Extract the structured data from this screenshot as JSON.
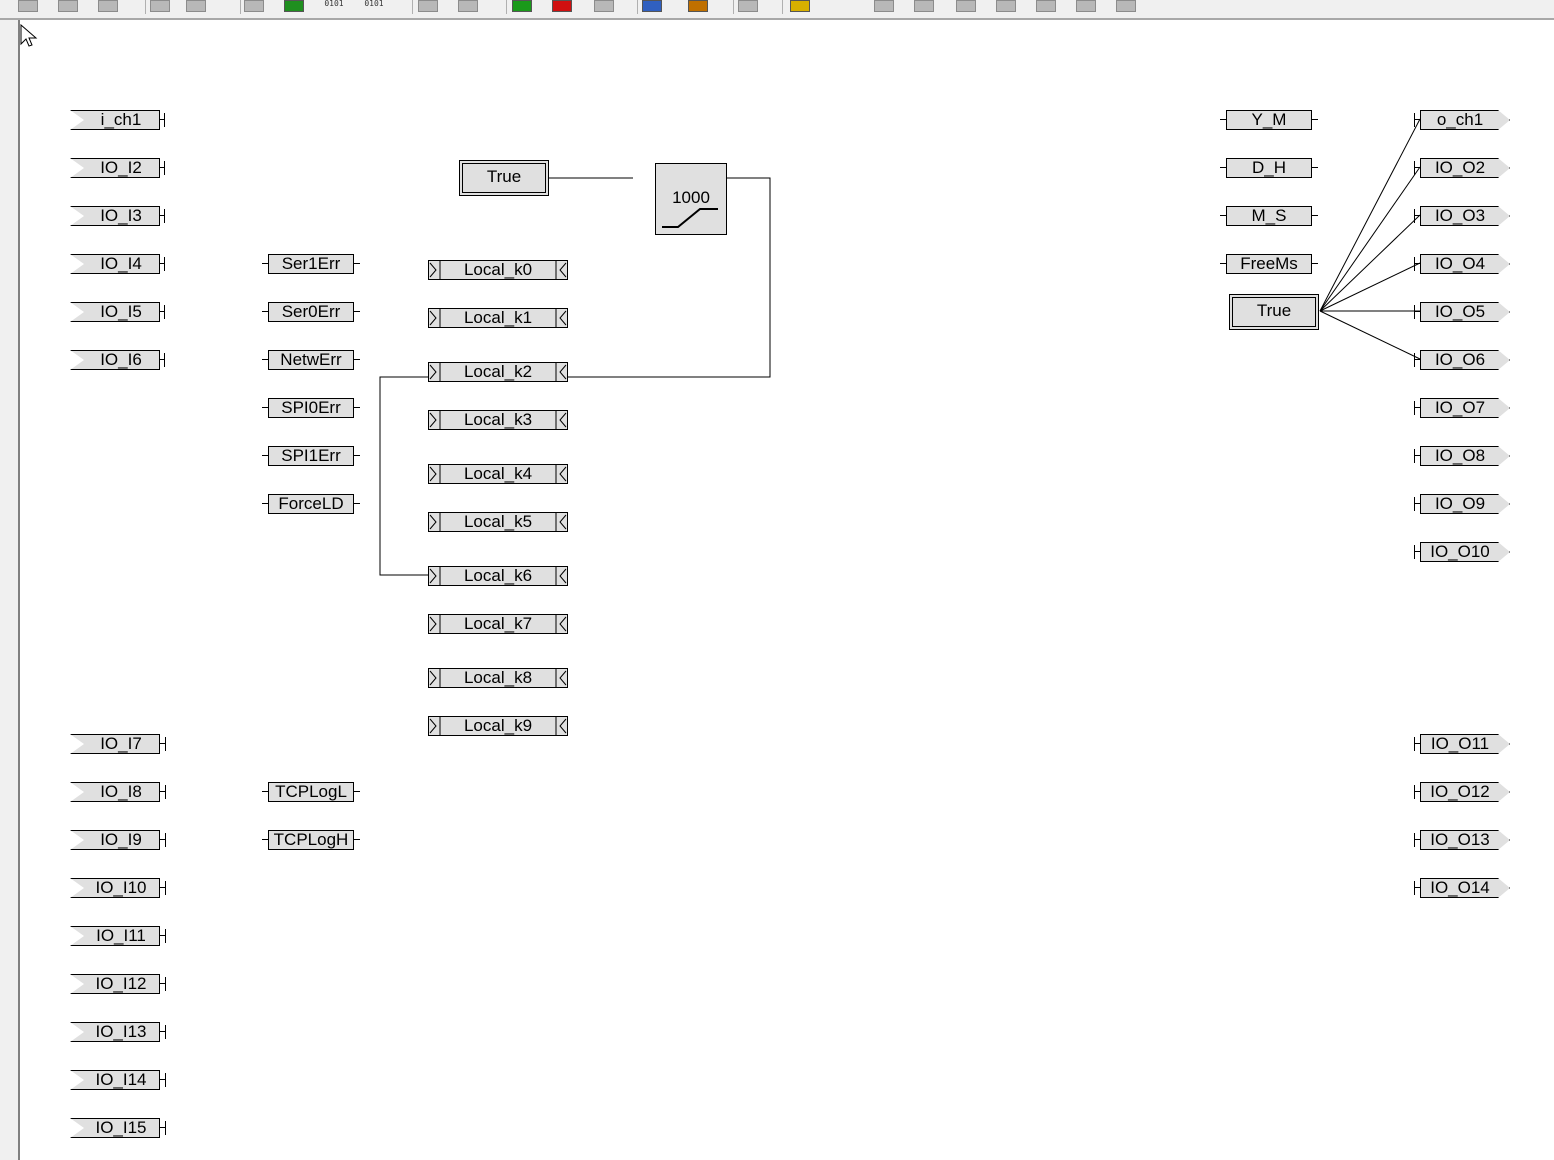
{
  "toolbar": {
    "buttons": [
      "copy-icon",
      "cut-icon",
      "paste-icon",
      "undo-icon",
      "redo-icon",
      "open-icon",
      "add-icon",
      "binary-icon",
      "binary-icon",
      "export-icon",
      "import-icon",
      "run-icon",
      "stop-icon",
      "clear-icon",
      "connect-icon",
      "monitor-icon",
      "print-icon",
      "book-icon",
      "align-icon",
      "align-icon",
      "align-icon",
      "align-icon",
      "align-icon",
      "align-icon",
      "grid-icon"
    ],
    "binary_label": "0101"
  },
  "diagram": {
    "inputs_top": [
      "i_ch1",
      "IO_I2",
      "IO_I3",
      "IO_I4",
      "IO_I5",
      "IO_I6"
    ],
    "inputs_bottom": [
      "IO_I7",
      "IO_I8",
      "IO_I9",
      "IO_I10",
      "IO_I11",
      "IO_I12",
      "IO_I13",
      "IO_I14",
      "IO_I15"
    ],
    "status_vars": [
      "Ser1Err",
      "Ser0Err",
      "NetwErr",
      "SPI0Err",
      "SPI1Err",
      "ForceLD"
    ],
    "tcp_vars": [
      "TCPLogL",
      "TCPLogH"
    ],
    "locals": [
      "Local_k0",
      "Local_k1",
      "Local_k2",
      "Local_k3",
      "Local_k4",
      "Local_k5",
      "Local_k6",
      "Local_k7",
      "Local_k8",
      "Local_k9"
    ],
    "true_const": "True",
    "ramp_value": "1000",
    "time_vars": [
      "Y_M",
      "D_H",
      "M_S",
      "FreeMs"
    ],
    "true_const_right": "True",
    "outputs_top": [
      "o_ch1",
      "IO_O2",
      "IO_O3",
      "IO_O4",
      "IO_O5",
      "IO_O6",
      "IO_O7",
      "IO_O8",
      "IO_O9",
      "IO_O10"
    ],
    "outputs_bottom": [
      "IO_O11",
      "IO_O12",
      "IO_O13",
      "IO_O14"
    ]
  }
}
